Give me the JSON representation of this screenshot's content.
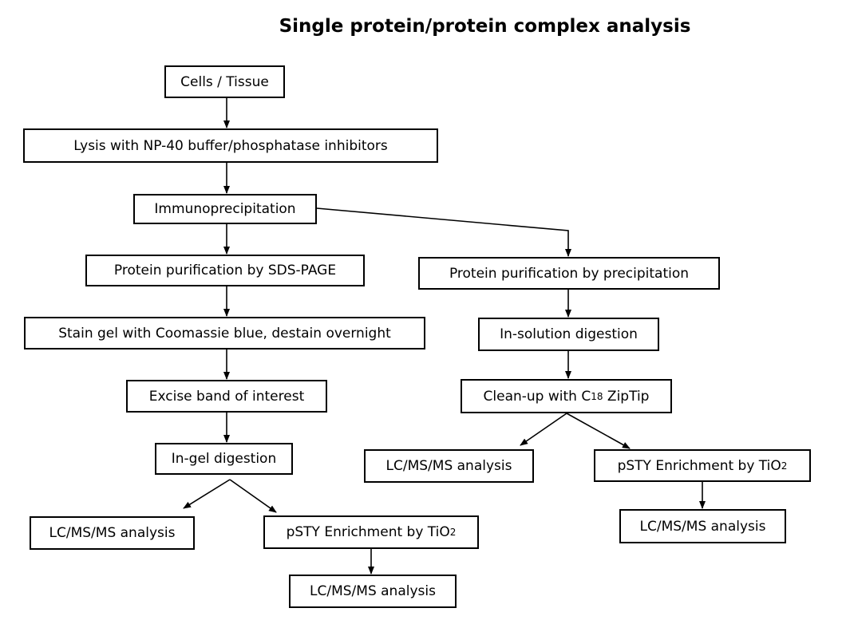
{
  "title": "Single protein/protein complex analysis",
  "nodes": {
    "cells": "Cells / Tissue",
    "lysis": "Lysis with NP-40 buffer/phosphatase  inhibitors",
    "ip": "Immunoprecipitation",
    "sds": "Protein purification by SDS-PAGE",
    "stain": "Stain gel with Coomassie blue, destain overnight",
    "excise": "Excise band of interest",
    "ingel": "In-gel digestion",
    "lcms_left": "LC/MS/MS analysis",
    "pSTY_left_prefix": "pSTY Enrichment by TiO",
    "pSTY_left_sub": "2",
    "lcms_left_bottom": "LC/MS/MS analysis",
    "precip": "Protein purification by precipitation",
    "insolution": "In-solution digestion",
    "cleanup_prefix": "Clean-up with C",
    "cleanup_sub": "18",
    "cleanup_suffix": " ZipTip",
    "lcms_right": "LC/MS/MS analysis",
    "pSTY_right_prefix": "pSTY Enrichment by TiO",
    "pSTY_right_sub": "2",
    "lcms_right_bottom": "LC/MS/MS analysis"
  }
}
